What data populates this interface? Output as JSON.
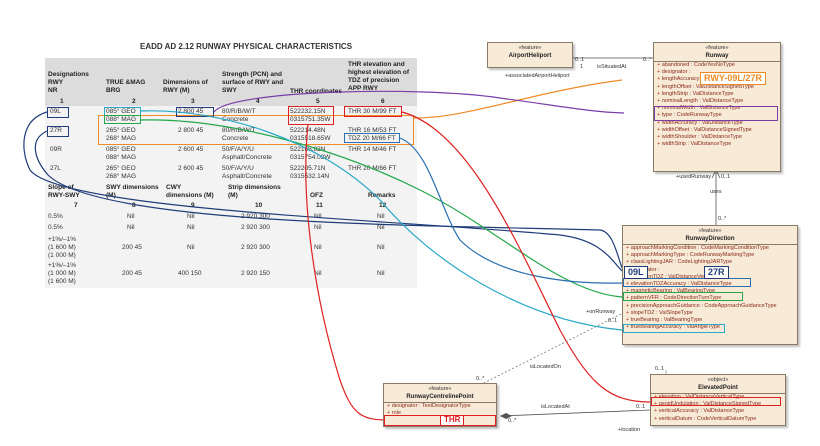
{
  "doc": {
    "title": "EADD AD 2.12  RUNWAY PHYSICAL CHARACTERISTICS",
    "headers": [
      "Designations\nRWY\nNR",
      "TRUE &MAG\nBRG",
      "Dimensions of\nRWY (M)",
      "Strength (PCN) and\nsurface of RWY and\nSWY",
      "THR coordinates",
      "THR elevation and\nhighest elevation of\nTDZ of precision\nAPP RWY"
    ],
    "col_numbers": [
      "1",
      "2",
      "3",
      "4",
      "5",
      "6"
    ],
    "rows": [
      [
        "09L",
        "085° GEO\n088° MAG",
        "2 800 45",
        "80/R/B/W/T\nConcrete",
        "522232.15N\n0315751.35W",
        "THR 30 M/99 FT"
      ],
      [
        "27R",
        "265° GEO\n268° MAG",
        "2 800 45",
        "80/R/B/W/T\nConcrete",
        "522214.48N\n0315518.65W",
        "THR 16 M/53 FT\nTDZ 20 M/66 FT"
      ],
      [
        "09R",
        "085° GEO\n088° MAG",
        "2 600 45",
        "50/F/A/Y/U\nAsphalt/Concrete",
        "522165.82N\n0315754.02W",
        "THR 14 M/46 FT"
      ],
      [
        "27L",
        "265° GEO\n268° MAG",
        "2 600 45",
        "50/F/A/Y/U\nAsphalt/Concrete",
        "522205.71N\n0315532.14N",
        "THR 20 M/66 FT"
      ]
    ],
    "headers2": [
      "Slope of\nRWY-SWY",
      "SWY dimensions\n(M)",
      "CWY\ndimensions (M)",
      "Strip dimensions\n(M)",
      "OFZ",
      "Remarks"
    ],
    "col_numbers2": [
      "7",
      "8",
      "9",
      "10",
      "11",
      "12"
    ],
    "rows2": [
      [
        "0.5%",
        "Nil",
        "Nil",
        "2 920 300",
        "Nil",
        "Nil"
      ],
      [
        "0.5%",
        "Nil",
        "Nil",
        "2 920 300",
        "Nil",
        "Nil"
      ],
      [
        "+1%/–1%\n(1 600 M)\n(1 000 M)",
        "200 45",
        "Nil",
        "2 920 300",
        "Nil",
        "Nil"
      ],
      [
        "+1%/–1%\n(1 000 M)\n(1 600 M)",
        "200 45",
        "400 150",
        "2 920 150",
        "Nil",
        "Nil"
      ]
    ]
  },
  "model": {
    "airport": {
      "stereo": "«feature»",
      "name": "AirportHeliport"
    },
    "runway": {
      "stereo": "«feature»",
      "name": "Runway",
      "attrs": [
        "abandoned : CodeYesNoType",
        "designator :",
        "lengthAccuracy : ValDistanceType",
        "lengthOffset : ValDistanceSignedType",
        "lengthStrip : ValDistanceType",
        "nominalLength : ValDistanceType",
        "nominalWidth : ValDistanceType",
        "type : CodeRunwayType",
        "widthAccuracy : ValDistanceType",
        "widthOffset : ValDistanceSignedType",
        "widthShoulder : ValDistanceType",
        "widthStrip : ValDistanceType"
      ]
    },
    "direction": {
      "stereo": "«feature»",
      "name": "RunwayDirection",
      "attrs": [
        "approachMarkingCondition : CodeMarkingConditionType",
        "approachMarkingType : CodeRunwayMarkingType",
        "classLightingJAR : CodeLightingJARType",
        "designator :",
        "elevationTDZ : ValDistanceVerticalType",
        "elevationTDZAccuracy : ValDistanceType",
        "magneticBearing : ValBearingType",
        "patternVFR : CodeDirectionTurnType",
        "precisionApproachGuidance : CodeApproachGuidanceType",
        "slopeTDZ : ValSlopeType",
        "trueBearing : ValBearingType",
        "trueBearingAccuracy : ValAngleType"
      ]
    },
    "centreline": {
      "stereo": "«feature»",
      "name": "RunwayCentrelinePoint",
      "attrs": [
        "designator : TextDesignatorType",
        "role"
      ]
    },
    "elevated": {
      "stereo": "«object»",
      "name": "ElevatedPoint",
      "attrs": [
        "elevation : ValDistanceVerticalType",
        "geoidUndulation : ValDistanceSignedType",
        "verticalAccuracy : ValDistanceType",
        "verticalDatum : CodeVerticalDatumType"
      ]
    },
    "assoc": {
      "isSituatedAt": "isSituatedAt",
      "associatedAirport": "+associatedAirportHeliport",
      "usedRunway": "+usedRunway",
      "uses": "uses",
      "onRunway": "+onRunway",
      "isLocatedOn": "isLocatedOn",
      "isLocatedAt": "isLocatedAt",
      "location": "+location",
      "m_0_star_a": "0..*",
      "m_0_1_a": "0..1",
      "m_1_a": "1",
      "m_0_1_b": "0..1",
      "m_0_star_b": "0..*",
      "m_0_1_c": "0..1",
      "m_0_star_c": "0..*",
      "m_0_1_d": "0..1",
      "m_0_star_d": "0..*",
      "m_0_1_e": "0..1"
    },
    "callouts": {
      "runway_designator": "RWY-09L/27R",
      "dir_09l": "09L",
      "dir_27r": "27R",
      "thr": "THR"
    }
  },
  "colors": {
    "red": "#e02020",
    "orange": "#f08a24",
    "navy": "#1f3d7a",
    "blue": "#2a6fb0",
    "green": "#22a84a",
    "teal": "#28a9c8",
    "purple": "#7a3ea6",
    "cyan": "#3ab0d0"
  }
}
